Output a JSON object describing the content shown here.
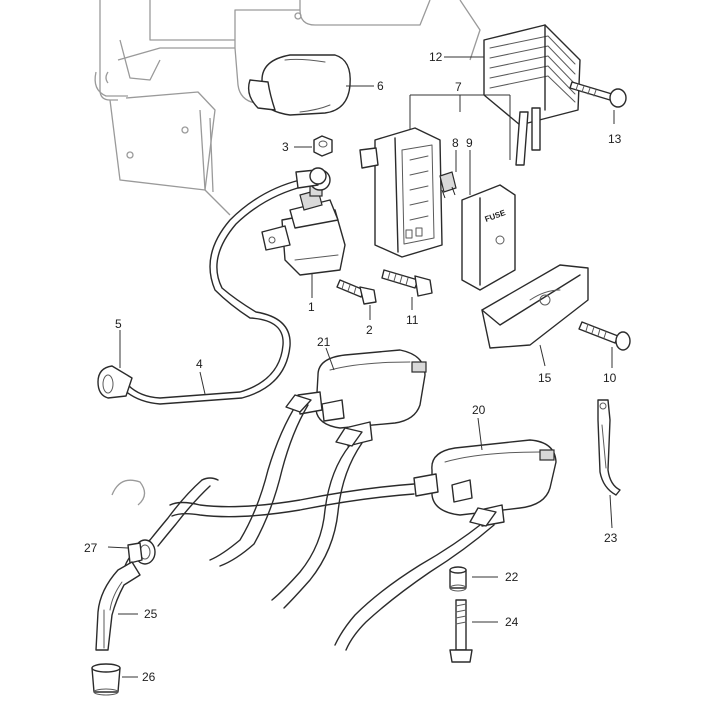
{
  "diagram": {
    "callouts": [
      {
        "id": "1",
        "text": "1"
      },
      {
        "id": "2",
        "text": "2"
      },
      {
        "id": "3",
        "text": "3"
      },
      {
        "id": "4",
        "text": "4"
      },
      {
        "id": "5",
        "text": "5"
      },
      {
        "id": "6",
        "text": "6"
      },
      {
        "id": "7",
        "text": "7"
      },
      {
        "id": "8",
        "text": "8"
      },
      {
        "id": "9",
        "text": "9"
      },
      {
        "id": "10",
        "text": "10"
      },
      {
        "id": "11",
        "text": "11"
      },
      {
        "id": "12",
        "text": "12"
      },
      {
        "id": "13",
        "text": "13"
      },
      {
        "id": "15",
        "text": "15"
      },
      {
        "id": "20",
        "text": "20"
      },
      {
        "id": "21",
        "text": "21"
      },
      {
        "id": "22",
        "text": "22"
      },
      {
        "id": "23",
        "text": "23"
      },
      {
        "id": "24",
        "text": "24"
      },
      {
        "id": "25",
        "text": "25"
      },
      {
        "id": "26",
        "text": "26"
      },
      {
        "id": "27",
        "text": "27"
      }
    ],
    "fuse_cover_label": "FUSE"
  }
}
